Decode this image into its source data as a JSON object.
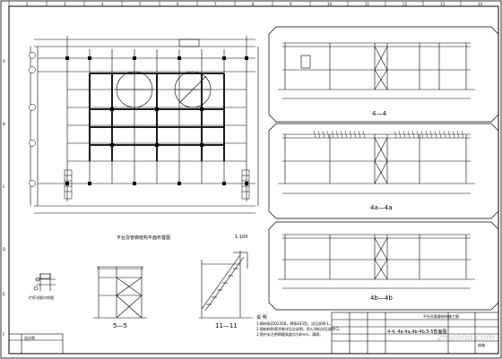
{
  "drawing": {
    "grid_top": [
      "2",
      "3",
      "4",
      "5",
      "6",
      "7",
      "8",
      "9",
      "10",
      "11",
      "12",
      "13",
      "14"
    ],
    "grid_side": [
      "A",
      "B",
      "C",
      "D",
      "E",
      "F"
    ],
    "plan_title": "平台及管廊结构平面布置图",
    "plan_scale": "1:100",
    "section_5": "5—5",
    "section_11": "11—11",
    "detail_title": "栏杆详图大样图",
    "elev_1": "4—4",
    "elev_2": "4a—4a",
    "elev_3": "4b—4b",
    "notes_title": "说  明",
    "notes": [
      "1.钢材采用Q235B，焊条E43型，详见说明-1。",
      "2.钢结构防腐涂装详见总说明，防火涂料详见说明-2。",
      "3.图中未注明焊缝高度均为6mm，满焊。"
    ],
    "title_block": {
      "project": "平台及管廊结构施工图",
      "drawing_name": "4-4, 4a-4a,4b-4b,5-5剖面图",
      "sheet_label": "结施",
      "company": "设计院"
    },
    "watermark": "zhulong.com"
  }
}
